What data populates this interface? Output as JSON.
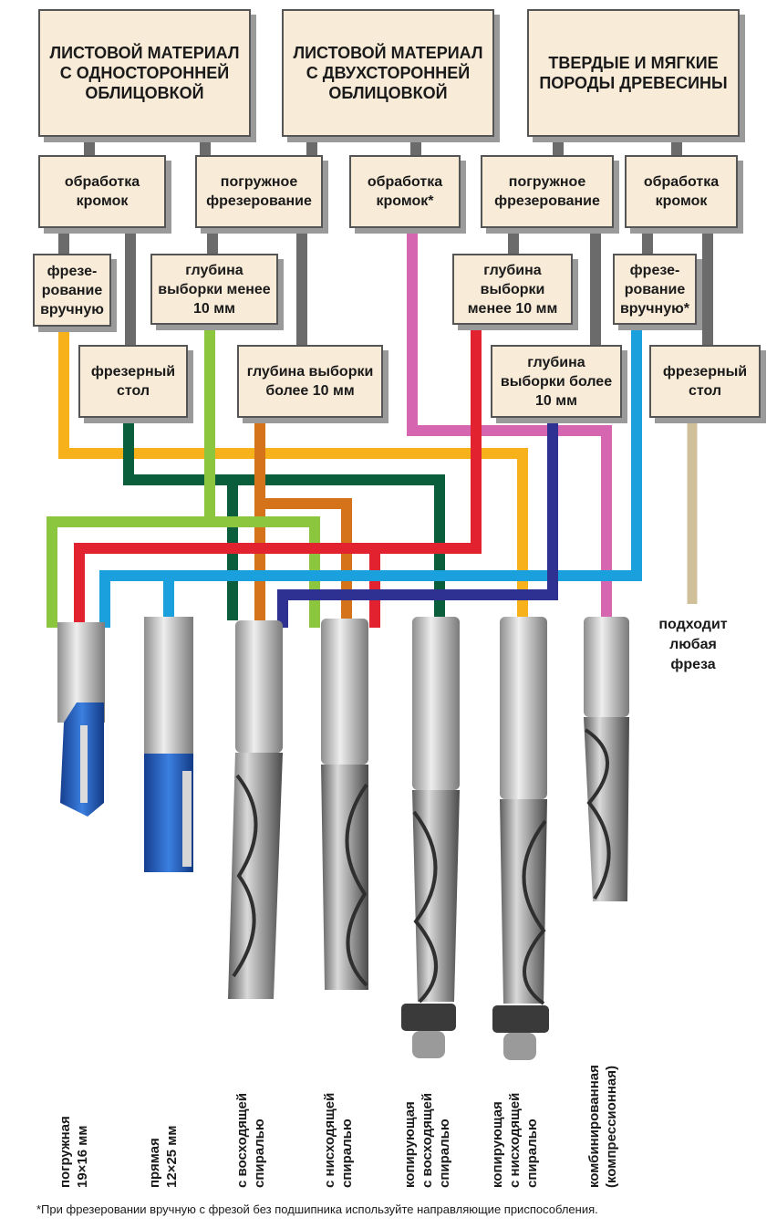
{
  "categories": [
    {
      "id": "single",
      "label": "ЛИСТОВОЙ МАТЕРИАЛ\nС ОДНОСТОРОННЕЙ\nОБЛИЦОВКОЙ"
    },
    {
      "id": "double",
      "label": "ЛИСТОВОЙ МАТЕРИАЛ\nС ДВУХСТОРОННЕЙ\nОБЛИЦОВКОЙ"
    },
    {
      "id": "wood",
      "label": "ТВЕРДЫЕ И МЯГКИЕ\nПОРОДЫ ДРЕВЕСИНЫ"
    }
  ],
  "operations": [
    {
      "id": "op1",
      "label": "обработка\nкромок"
    },
    {
      "id": "op2",
      "label": "погружное\nфрезерование"
    },
    {
      "id": "op3",
      "label": "обработка\nкромок*"
    },
    {
      "id": "op4",
      "label": "погружное\nфрезерование"
    },
    {
      "id": "op5",
      "label": "обработка\nкромок"
    }
  ],
  "conditions": [
    {
      "id": "c1",
      "label": "фрезе-\nрование\nвручную"
    },
    {
      "id": "c2",
      "label": "глубина\nвыборки менее\n10 мм"
    },
    {
      "id": "c3",
      "label": "глубина\nвыборки\nменее 10 мм"
    },
    {
      "id": "c4",
      "label": "фрезе-\nрование\nвручную*"
    },
    {
      "id": "c5",
      "label": "фрезерный\nстол"
    },
    {
      "id": "c6",
      "label": "глубина выборки\nболее 10 мм"
    },
    {
      "id": "c7",
      "label": "глубина\nвыборки более\n10 мм"
    },
    {
      "id": "c8",
      "label": "фрезерный\nстол"
    }
  ],
  "any_bit_note": "подходит\nлюбая\nфреза",
  "bits": [
    {
      "id": "b1",
      "label": "погружная\n19×16 мм"
    },
    {
      "id": "b2",
      "label": "прямая\n12×25 мм"
    },
    {
      "id": "b3",
      "label": "с восходящей\nспиралью"
    },
    {
      "id": "b4",
      "label": "с нисходящей\nспиралью"
    },
    {
      "id": "b5",
      "label": "копирующая\nс восходящей\nспиралью"
    },
    {
      "id": "b6",
      "label": "копирующая\nс нисходящей\nспиралью"
    },
    {
      "id": "b7",
      "label": "комбинированная\n(компрессионная)"
    }
  ],
  "footnote": "*При фрезеровании вручную с фрезой без подшипника используйте направляющие приспособления.",
  "colors": {
    "gray": "#6b6b6b",
    "yellow": "#f7b21b",
    "green_light": "#8cc63f",
    "green_dark": "#0b5e3c",
    "red": "#e3222f",
    "blue": "#1aa0dc",
    "orange": "#d4731a",
    "navy": "#2e3192",
    "pink": "#d666b0",
    "tan": "#cfc09a",
    "bit_blue": "#2561c2",
    "box_fill": "#f8ebd8"
  }
}
